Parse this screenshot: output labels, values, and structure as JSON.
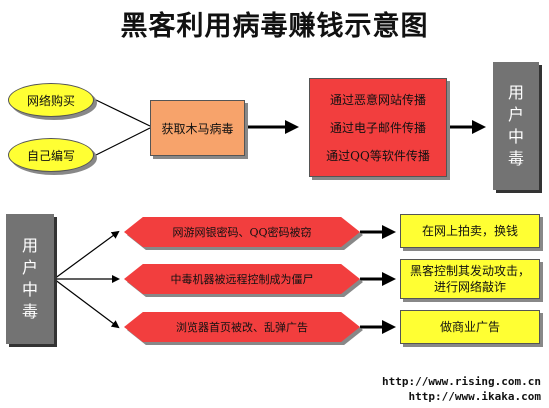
{
  "title": "黑客利用病毒赚钱示意图",
  "top_flow": {
    "sources": [
      "网络购买",
      "自己编写"
    ],
    "obtain": "获取木马病毒",
    "channels": [
      "通过恶意网站传播",
      "通过电子邮件传播",
      "通过QQ等软件传播"
    ],
    "target": [
      "用",
      "户",
      "中",
      "毒"
    ]
  },
  "bottom_flow": {
    "source": [
      "用",
      "户",
      "中",
      "毒"
    ],
    "effects": [
      "网游网银密码、QQ密码被窃",
      "中毒机器被远程控制成为僵尸",
      "浏览器首页被改、乱弹广告"
    ],
    "outcomes": [
      "在网上拍卖，换钱",
      "黑客控制其发动攻击，进行网络敲诈",
      "做商业广告"
    ]
  },
  "credits": [
    "http://www.rising.com.cn",
    "http://www.ikaka.com"
  ],
  "colors": {
    "yellow": "#ffff33",
    "orange": "#f7a36b",
    "red": "#f23e3e",
    "grey": "#737373"
  }
}
